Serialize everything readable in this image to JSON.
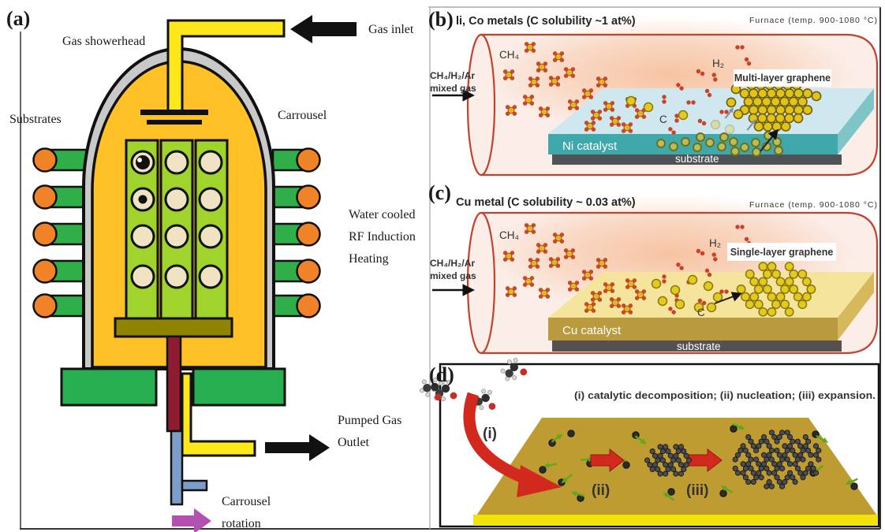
{
  "panels": {
    "a": {
      "label": "(a)",
      "gas_showerhead": "Gas showerhead",
      "gas_inlet": "Gas inlet",
      "substrates": "Substrates",
      "carrousel": "Carrousel",
      "water_cooled": [
        "Water cooled",
        "RF Induction",
        "Heating"
      ],
      "pumped_gas": [
        "Pumped Gas",
        "Outlet"
      ],
      "carrousel_rotation": [
        "Carrousel",
        "rotation"
      ]
    },
    "b": {
      "label": "(b)",
      "title": "li, Co metals (C solubility ~1 at%)",
      "furnace": "Furnace (temp. 900-1080 °C)",
      "mixed_gas": [
        "CH₄/H₂/Ar",
        "mixed gas"
      ],
      "ch4": "CH₄",
      "h2": "H₂",
      "carbon": "C",
      "graphene": "Multi-layer graphene",
      "catalyst": "Ni catalyst",
      "substrate": "substrate"
    },
    "c": {
      "label": "(c)",
      "title": "Cu metal (C solubility ~ 0.03 at%)",
      "furnace": "Furnace (temp. 900-1080 °C)",
      "mixed_gas": [
        "CH₄/H₂/Ar",
        "mixed gas"
      ],
      "ch4": "CH₄",
      "h2": "H₂",
      "carbon": "C",
      "graphene": "Single-layer graphene",
      "catalyst": "Cu catalyst",
      "substrate": "substrate"
    },
    "d": {
      "label": "(d)",
      "title": "(i) catalytic decomposition; (ii) nucleation; (iii) expansion.",
      "steps": [
        "(i)",
        "(ii)",
        "(iii)"
      ]
    }
  },
  "colors": {
    "pipe_yellow": "#FFE81A",
    "chamber_orange": "#FFC125",
    "shell_gray": "#C9C9C9",
    "carrousel_green": "#A0D32B",
    "wafer_cream": "#EFE3C4",
    "coil_green": "#2FAE49",
    "coil_orange": "#F08228",
    "pedestal_green": "#27AE51",
    "base_olive": "#8E8400",
    "shaft_red": "#8E1B30",
    "shaft_blue": "#7C9DC8",
    "rotation_purple": "#B351B3",
    "tube_red": "#C3422E",
    "tube_fill": "#FBEEE8",
    "glow_orange": "#F3995C",
    "ni_top": "#CFE7EF",
    "ni_front": "#3FA8AB",
    "cu_top": "#F5E49C",
    "cu_front": "#BA9A3F",
    "substrate_gray": "#4E5355",
    "carbon_yellow": "#E2C419",
    "ch4_red": "#C74A24",
    "dissolved_olive": "#B9BE56",
    "d_slab_gold": "#BE9C32",
    "d_slab_front": "#F2E20C",
    "d_arrow_red": "#D3281E",
    "d_green": "#5FA81E"
  }
}
